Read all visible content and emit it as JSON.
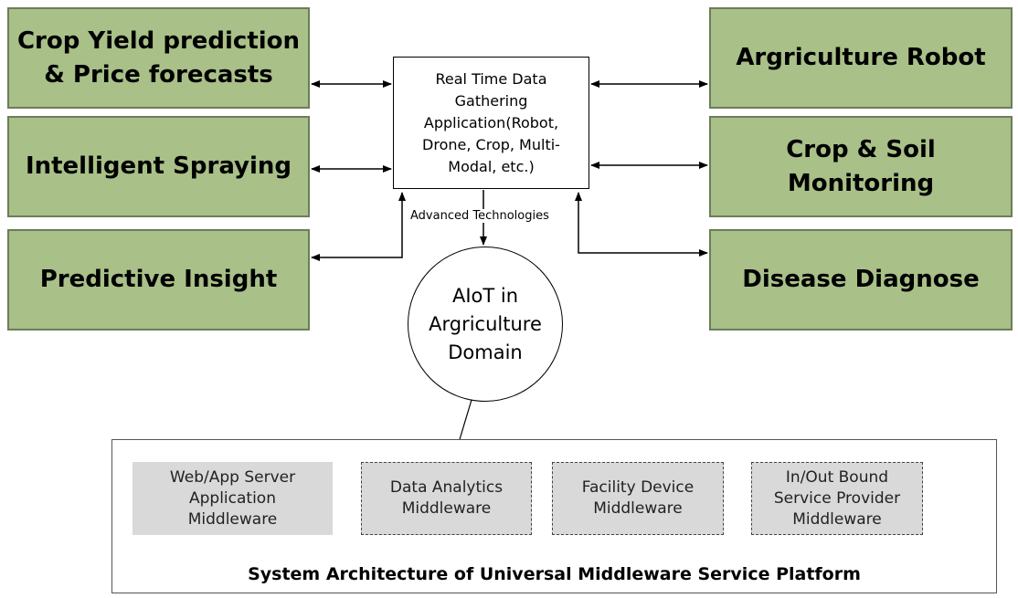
{
  "left_boxes": {
    "crop_yield": "Crop Yield prediction\n& Price forecasts",
    "intelligent_spraying": "Intelligent Spraying",
    "predictive_insight": "Predictive Insight"
  },
  "right_boxes": {
    "agriculture_robot": "Argriculture Robot",
    "crop_soil": "Crop & Soil\nMonitoring",
    "disease_diagnose": "Disease Diagnose"
  },
  "center": {
    "real_time_data": "Real Time Data Gathering Application(Robot, Drone, Crop, Multi-Modal, etc.)",
    "advanced_technologies": "Advanced Technologies",
    "aiot": "AIoT in\nArgriculture\nDomain"
  },
  "platform": {
    "title": "System Architecture of Universal Middleware Service Platform",
    "middleware": {
      "web_app": "Web/App Server\nApplication\nMiddleware",
      "data_analytics": "Data Analytics\nMiddleware",
      "facility_device": "Facility Device\nMiddleware",
      "inout_bound": "In/Out Bound\nService Provider\nMiddleware"
    }
  },
  "colors": {
    "box_fill": "#a9c088",
    "box_border": "#6b7d5a",
    "middleware_fill": "#d9d9d9"
  }
}
